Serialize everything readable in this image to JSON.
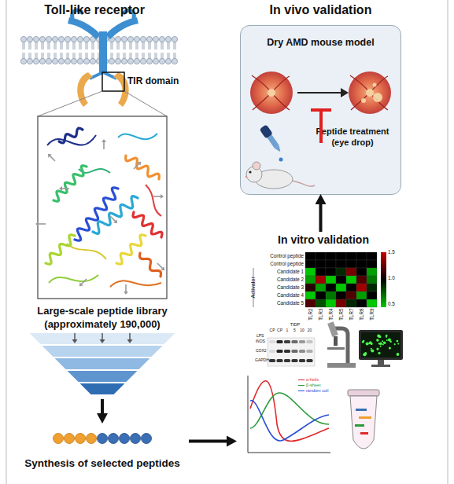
{
  "diagram": {
    "nodes": [
      {
        "text": [
          "Large-scale peptide library (approximately 190,000)"
        ]
      },
      {
        "text": [
          "Synthesis of selected peptides"
        ]
      },
      {
        "text": [
          "In vitro validation"
        ]
      },
      {
        "text": [
          "In vivo validation",
          "Dry AMD mouse model",
          "Peptide treatment (eye drop)"
        ]
      }
    ],
    "edges": [
      {
        "from": 0,
        "to": 1,
        "arrow": "to"
      },
      {
        "from": 1,
        "to": 2,
        "arrow": "to"
      },
      {
        "from": 2,
        "to": 3,
        "arrow": "to"
      }
    ],
    "labels": [
      "Toll-like receptor",
      "TIR domain",
      "Control peptide",
      "Control peptide",
      "Candidate 1",
      "Candidate 2",
      "Candidate 3",
      "Candidate 4",
      "Candidate 5",
      "Activator",
      "TLR2",
      "TLR3",
      "TLR4",
      "TLR5",
      "TLR7",
      "TLR8",
      "TLR9",
      "1.5",
      "1.0",
      "0.5",
      "TIDP",
      "CP",
      "CP",
      "1",
      "5",
      "10",
      "20",
      "LPS",
      "iNOS",
      "COX2",
      "GAPDH"
    ],
    "legend": [
      {
        "text": "α-helix"
      },
      {
        "text": "β-sheet"
      },
      {
        "text": "random coil"
      }
    ]
  }
}
